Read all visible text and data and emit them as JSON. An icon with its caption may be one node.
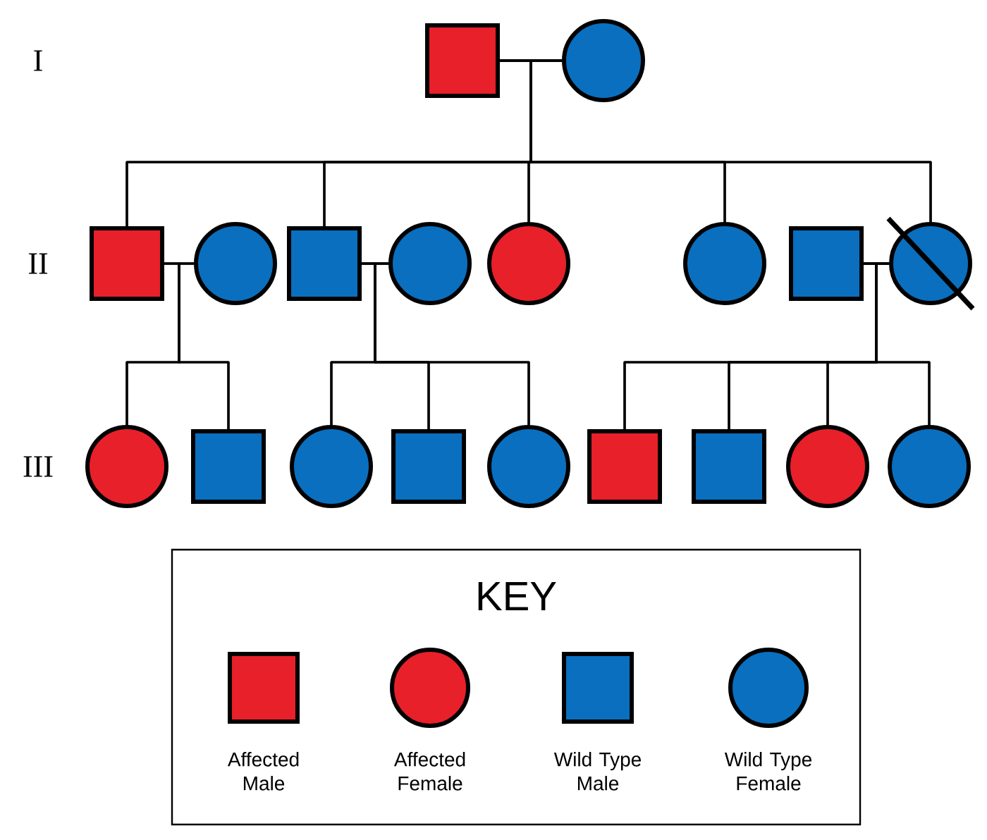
{
  "diagram": {
    "nodes": [
      {
        "text": [],
        "shape": "box"
      },
      {
        "text": [],
        "shape": "circle"
      },
      {
        "text": [],
        "shape": "box"
      },
      {
        "text": [],
        "shape": "circle"
      },
      {
        "text": [],
        "shape": "box"
      },
      {
        "text": [],
        "shape": "circle"
      },
      {
        "text": [],
        "shape": "circle"
      },
      {
        "text": [],
        "shape": "circle"
      },
      {
        "text": [],
        "shape": "box"
      },
      {
        "text": [],
        "shape": "circle"
      },
      {
        "text": [],
        "shape": "circle"
      },
      {
        "text": [],
        "shape": "box"
      },
      {
        "text": [],
        "shape": "circle"
      },
      {
        "text": [],
        "shape": "box"
      },
      {
        "text": [],
        "shape": "circle"
      },
      {
        "text": [],
        "shape": "box"
      },
      {
        "text": [],
        "shape": "box"
      },
      {
        "text": [],
        "shape": "circle"
      },
      {
        "text": [],
        "shape": "circle"
      }
    ],
    "edges": [
      {
        "from": 0,
        "to": 1,
        "arrow": "none"
      },
      {
        "from": 0,
        "to": 2,
        "arrow": "none"
      },
      {
        "from": 1,
        "to": 2,
        "arrow": "none"
      },
      {
        "from": 0,
        "to": 4,
        "arrow": "none"
      },
      {
        "from": 1,
        "to": 4,
        "arrow": "none"
      },
      {
        "from": 0,
        "to": 6,
        "arrow": "none"
      },
      {
        "from": 1,
        "to": 6,
        "arrow": "none"
      },
      {
        "from": 0,
        "to": 7,
        "arrow": "none"
      },
      {
        "from": 1,
        "to": 7,
        "arrow": "none"
      },
      {
        "from": 0,
        "to": 9,
        "arrow": "none"
      },
      {
        "from": 1,
        "to": 9,
        "arrow": "none"
      },
      {
        "from": 2,
        "to": 3,
        "arrow": "none"
      },
      {
        "from": 4,
        "to": 5,
        "arrow": "none"
      },
      {
        "from": 8,
        "to": 9,
        "arrow": "none"
      },
      {
        "from": 2,
        "to": 10,
        "arrow": "none"
      },
      {
        "from": 3,
        "to": 10,
        "arrow": "none"
      },
      {
        "from": 2,
        "to": 11,
        "arrow": "none"
      },
      {
        "from": 3,
        "to": 11,
        "arrow": "none"
      },
      {
        "from": 4,
        "to": 12,
        "arrow": "none"
      },
      {
        "from": 5,
        "to": 12,
        "arrow": "none"
      },
      {
        "from": 4,
        "to": 13,
        "arrow": "none"
      },
      {
        "from": 5,
        "to": 13,
        "arrow": "none"
      },
      {
        "from": 4,
        "to": 14,
        "arrow": "none"
      },
      {
        "from": 5,
        "to": 14,
        "arrow": "none"
      },
      {
        "from": 8,
        "to": 15,
        "arrow": "none"
      },
      {
        "from": 9,
        "to": 15,
        "arrow": "none"
      },
      {
        "from": 8,
        "to": 16,
        "arrow": "none"
      },
      {
        "from": 9,
        "to": 16,
        "arrow": "none"
      },
      {
        "from": 8,
        "to": 17,
        "arrow": "none"
      },
      {
        "from": 9,
        "to": 17,
        "arrow": "none"
      },
      {
        "from": 8,
        "to": 18,
        "arrow": "none"
      },
      {
        "from": 9,
        "to": 18,
        "arrow": "none"
      }
    ],
    "labels": [
      "I",
      "II",
      "III",
      "KEY"
    ],
    "legend": [
      {
        "text": "Affected Male"
      },
      {
        "text": "Affected Female"
      },
      {
        "text": "Wild Type Male"
      },
      {
        "text": "Wild Type Female"
      }
    ]
  }
}
